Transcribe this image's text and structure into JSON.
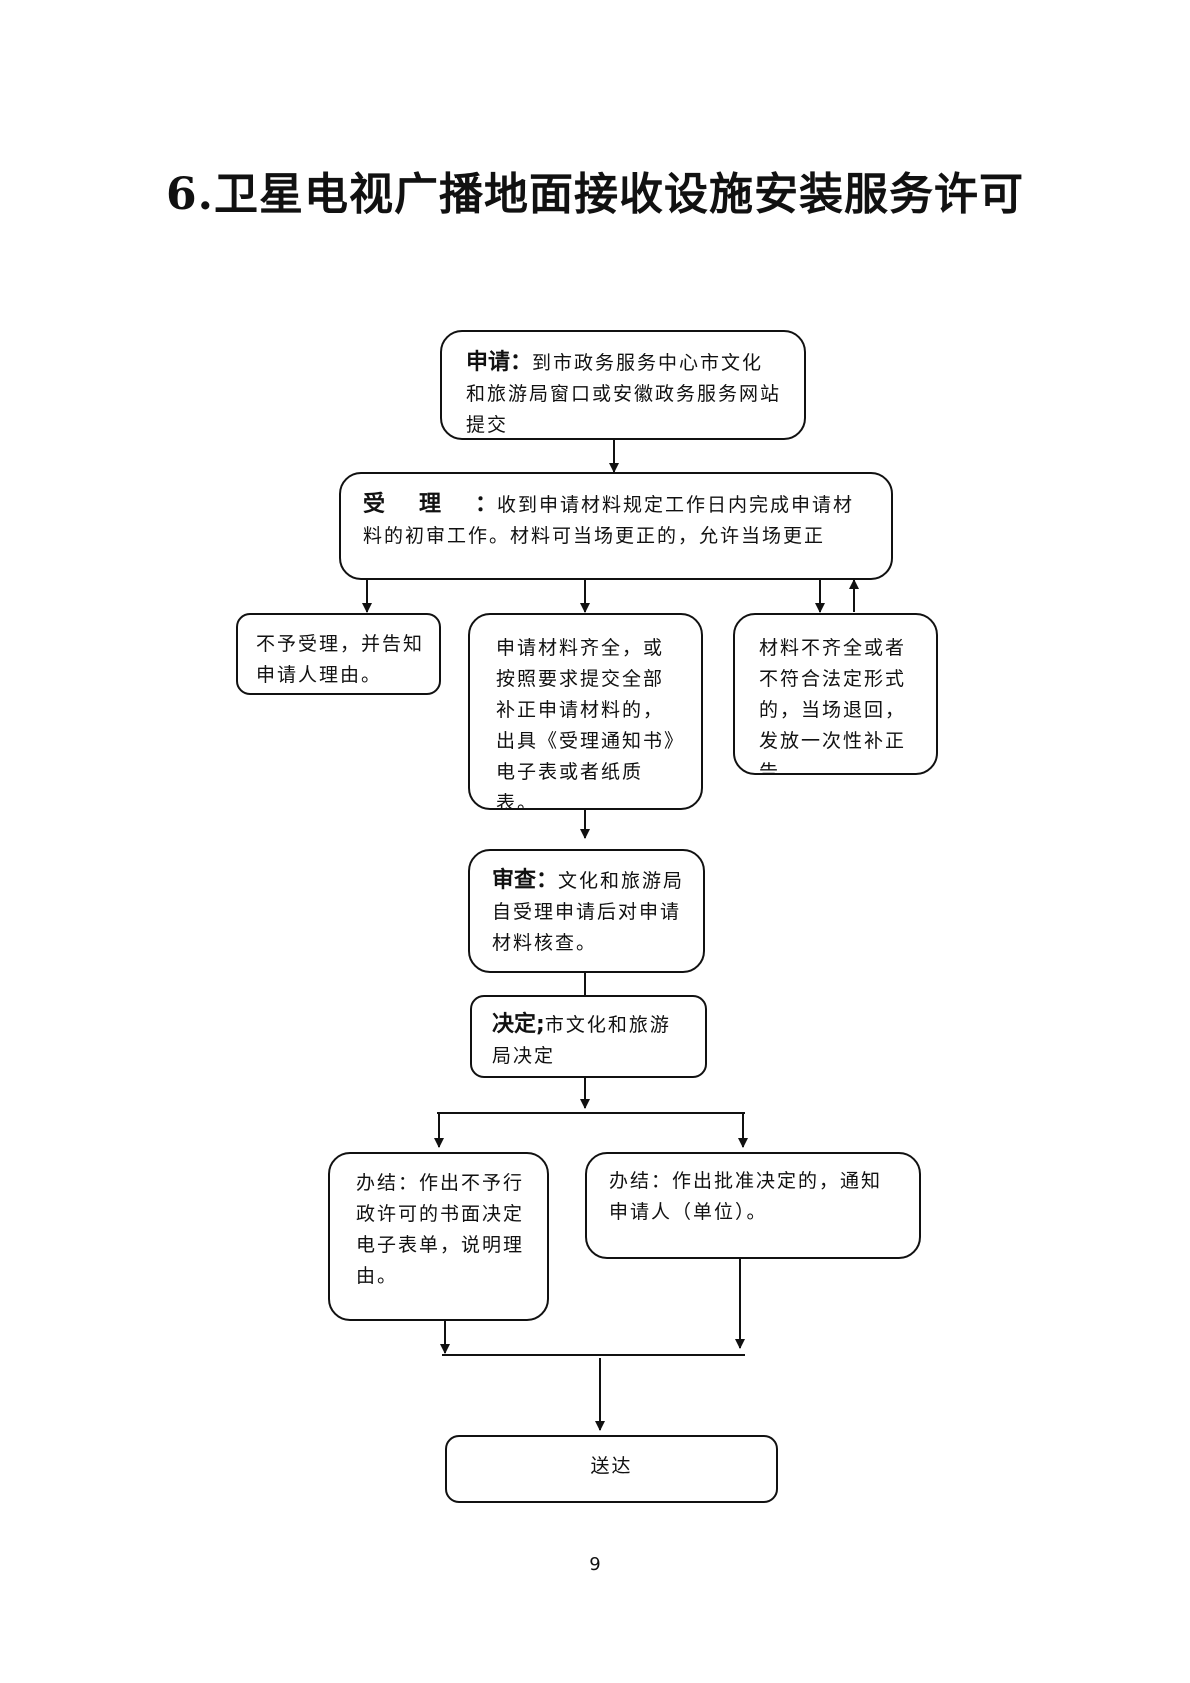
{
  "title": "6.卫星电视广播地面接收设施安装服务许可",
  "steps": {
    "apply": {
      "label": "申请",
      "sep": "：",
      "text": "到市政务服务中心市文化和旅游局窗口或安徽政务服务网站提交"
    },
    "accept": {
      "label": "受理",
      "sep": "：",
      "text": "收到申请材料规定工作日内完成申请材料的初审工作。材料可当场更正的，允许当场更正"
    },
    "reject": {
      "text": "不予受理，并告知申请人理由。"
    },
    "complete": {
      "text": "申请材料齐全，或按照要求提交全部补正申请材料的，出具《受理通知书》电子表或者纸质表。"
    },
    "incomplete": {
      "text": "材料不齐全或者不符合法定形式的，当场退回，发放一次性补正告"
    },
    "review": {
      "label": "审查",
      "sep": "：",
      "text": "文化和旅游局自受理申请后对申请材料核查。"
    },
    "decision": {
      "label": "决定",
      "sep": ";",
      "text": "市文化和旅游局决定"
    },
    "deny_result": {
      "text": "办结：作出不予行政许可的书面决定电子表单，说明理由。"
    },
    "approve_result": {
      "text": "办结：作出批准决定的，通知申请人（单位）。"
    },
    "deliver": {
      "text": "送达"
    }
  },
  "page_number": "9"
}
